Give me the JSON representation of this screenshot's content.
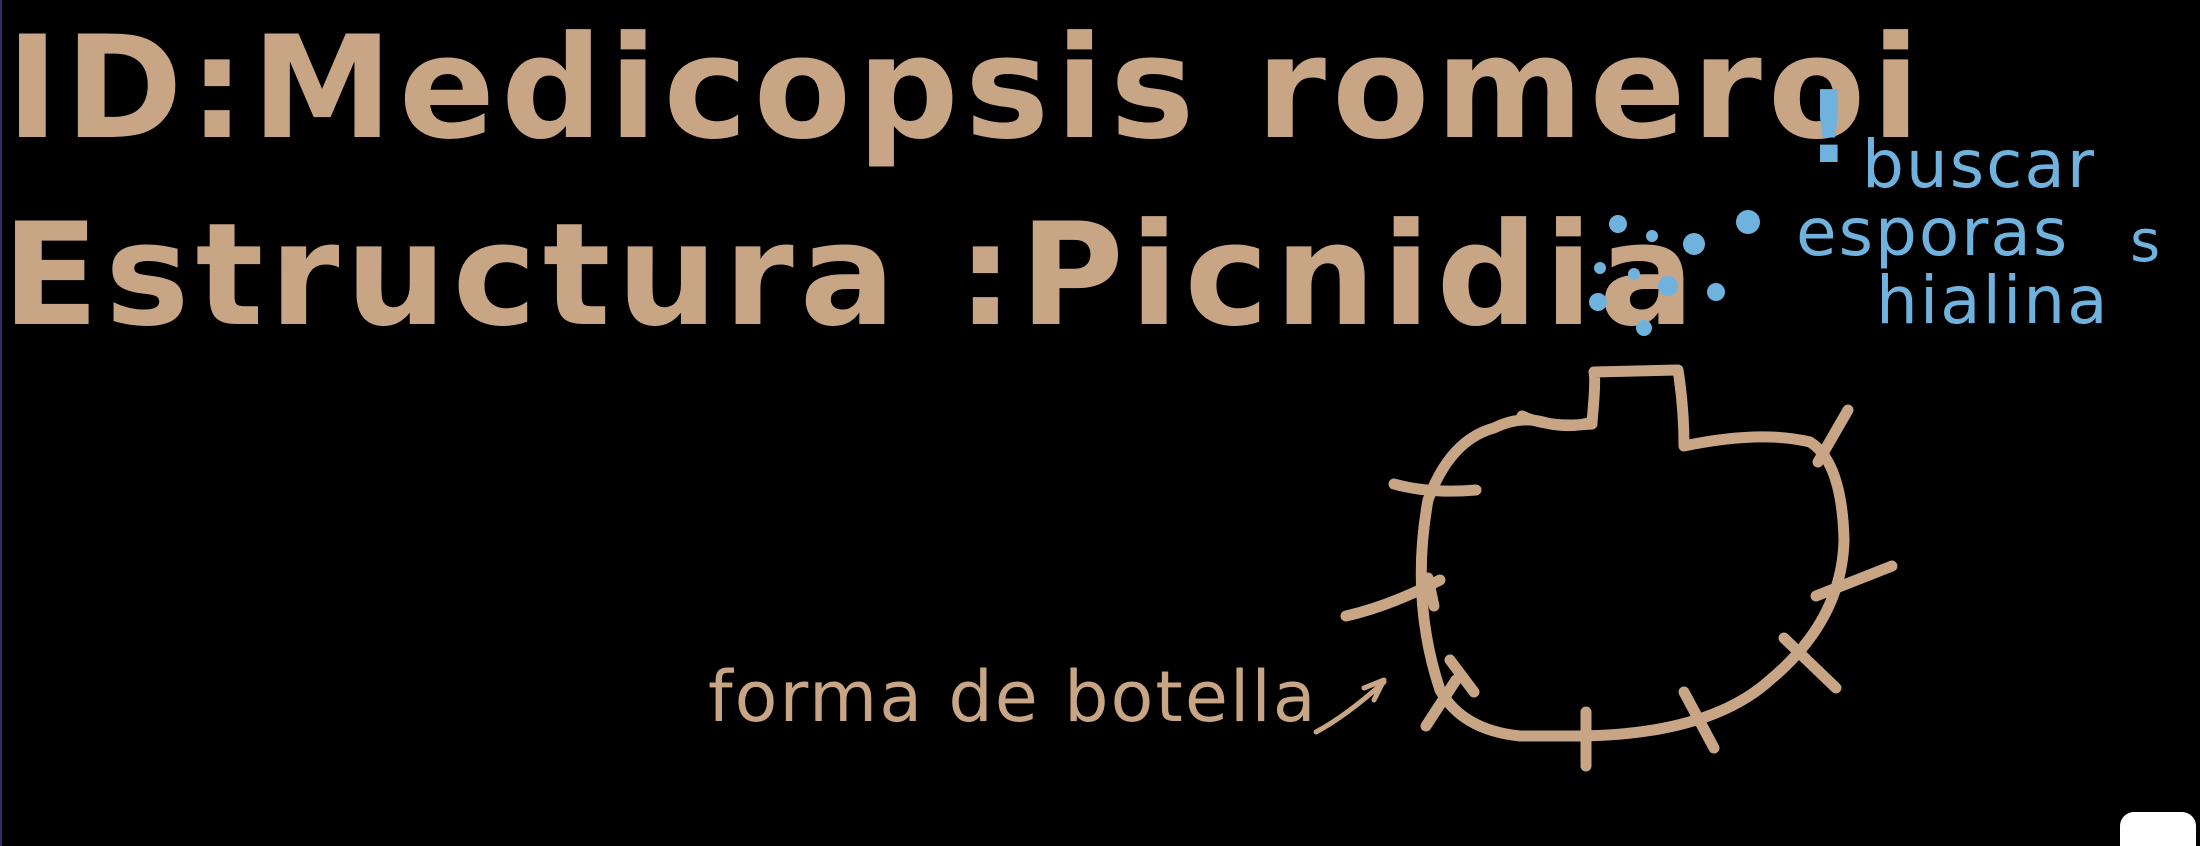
{
  "title": {
    "id_line": "ID:Medicopsis romeroi",
    "structure_line": "Estructura :Picnidia"
  },
  "note": {
    "exclamation": "!",
    "buscar": "buscar",
    "esporas": "esporas",
    "hialina": "hialina",
    "s": "s"
  },
  "caption": "forma de botella",
  "colors": {
    "chalk_tan": "#c8a585",
    "chalk_blue": "#6fb2dd",
    "background": "#000000"
  }
}
